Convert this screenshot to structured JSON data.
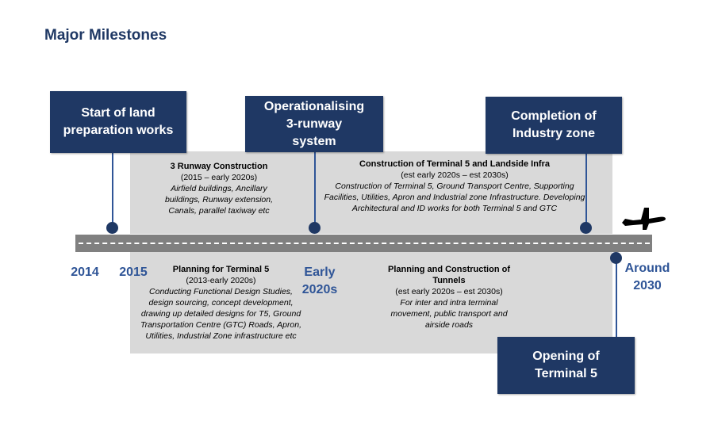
{
  "title": "Major Milestones",
  "colors": {
    "navy": "#1f3864",
    "year_blue": "#2f5597",
    "panel_gray": "#d9d9d9",
    "road_gray": "#808080"
  },
  "milestones": [
    {
      "label": "Start of land\npreparation works"
    },
    {
      "label": "Operationalising\n3-runway\nsystem"
    },
    {
      "label": "Completion of\nIndustry zone"
    },
    {
      "label": "Opening of\nTerminal 5"
    }
  ],
  "years": [
    "2014",
    "2015",
    "Early\n2020s",
    "Around\n2030"
  ],
  "phases": {
    "runway": {
      "heading": "3 Runway Construction",
      "period": "(2015 –  early 2020s)",
      "details": "Airfield buildings, Ancillary buildings, Runway extension, Canals, parallel taxiway etc"
    },
    "terminal5_construction": {
      "heading": "Construction of Terminal 5 and Landside Infra",
      "period": "(est early 2020s – est 2030s)",
      "details": "Construction of Terminal 5, Ground Transport Centre, Supporting Facilities, Utilities, Apron and Industrial zone Infrastructure. Developing Architectural and ID works for both Terminal 5 and GTC"
    },
    "terminal5_planning": {
      "heading": "Planning for Terminal 5",
      "period": "(2013-early 2020s)",
      "details": "Conducting Functional Design Studies, design sourcing, concept development, drawing up detailed designs for T5, Ground Transportation Centre (GTC) Roads, Apron, Utilities, Industrial Zone infrastructure etc"
    },
    "tunnels": {
      "heading": "Planning and Construction of Tunnels",
      "period": "(est early 2020s – est 2030s)",
      "details": "For inter and intra terminal movement, public transport and airside roads"
    }
  },
  "icons": {
    "airplane": "airplane-icon"
  }
}
